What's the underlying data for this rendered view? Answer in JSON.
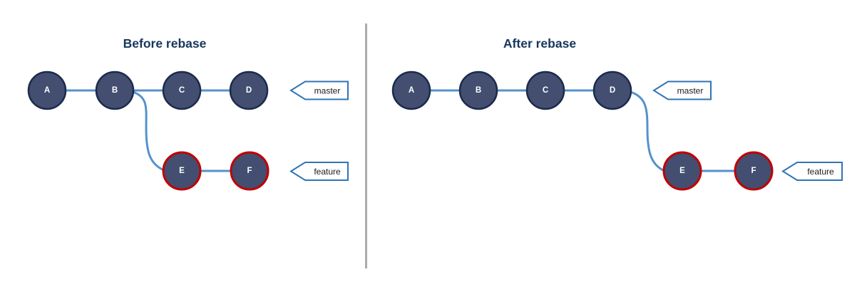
{
  "diagram": {
    "before": {
      "title": "Before rebase",
      "nodes": {
        "a": "A",
        "b": "B",
        "c": "C",
        "d": "D",
        "e": "E",
        "f": "F"
      },
      "branches": {
        "master": "master",
        "feature": "feature"
      }
    },
    "after": {
      "title": "After rebase",
      "nodes": {
        "a": "A",
        "b": "B",
        "c": "C",
        "d": "D",
        "e": "E",
        "f": "F"
      },
      "branches": {
        "master": "master",
        "feature": "feature"
      }
    }
  },
  "colors": {
    "background": "#ffffff",
    "node_fill": "#434e70",
    "node_border": "#1b2b4b",
    "rebased_node_border": "#c00000",
    "edge": "#5592cc",
    "flag_border": "#2e75b6",
    "flag_fill": "#ffffff",
    "flag_text": "#1a1a1a",
    "node_text": "#ffffff",
    "title_text": "#17365d",
    "divider": "#ababab"
  }
}
